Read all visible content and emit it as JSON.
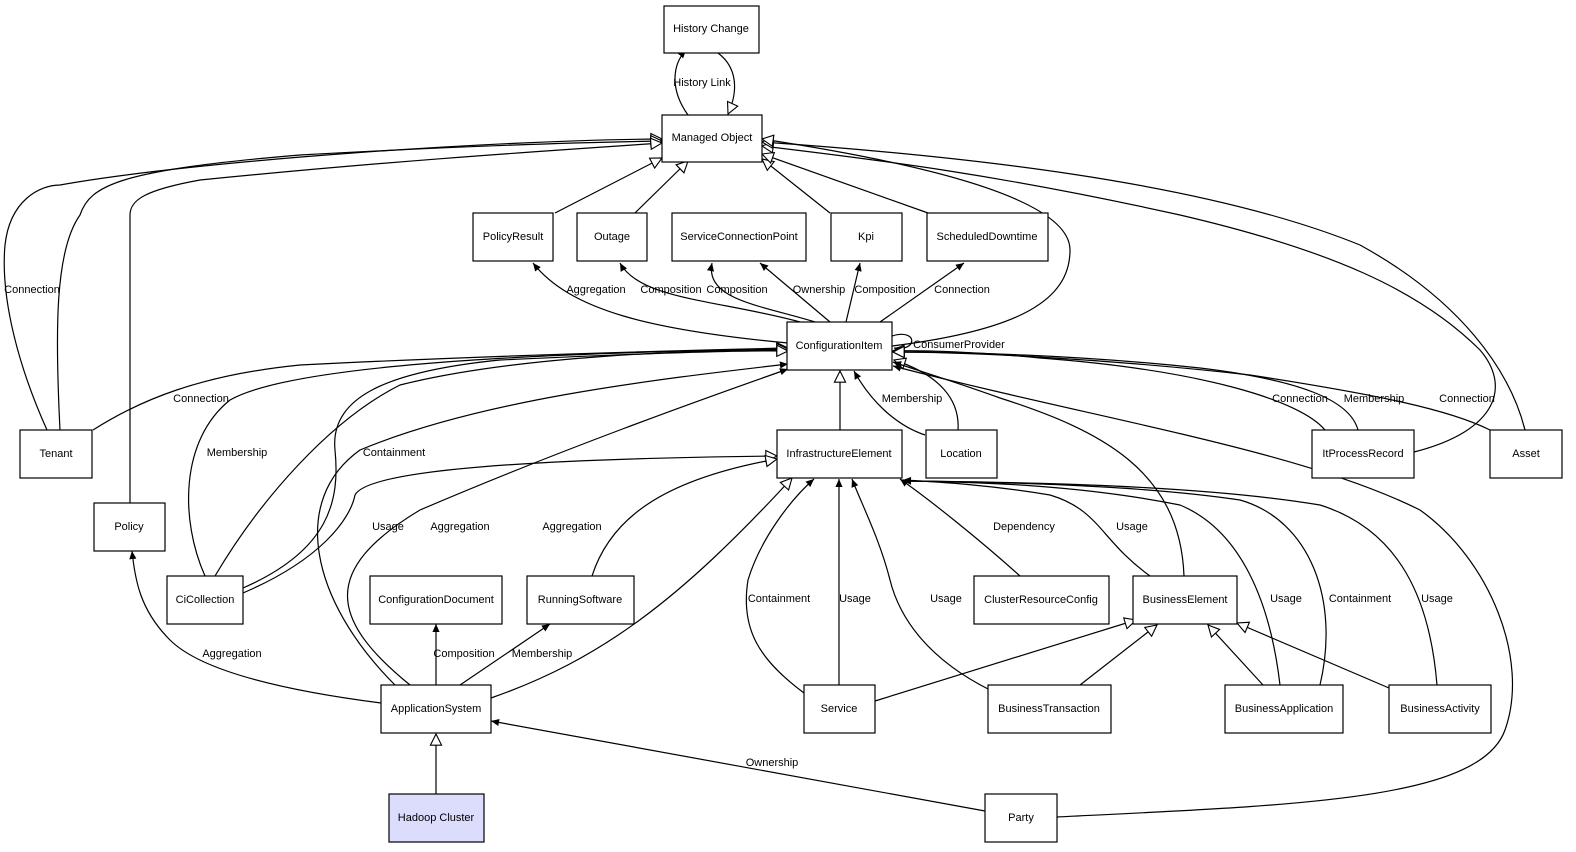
{
  "nodes": {
    "history_change": "History Change",
    "managed_object": "Managed Object",
    "policy_result": "PolicyResult",
    "outage": "Outage",
    "service_connection_point": "ServiceConnectionPoint",
    "kpi": "Kpi",
    "scheduled_downtime": "ScheduledDowntime",
    "configuration_item": "ConfigurationItem",
    "tenant": "Tenant",
    "infrastructure_element": "InfrastructureElement",
    "location": "Location",
    "it_process_record": "ItProcessRecord",
    "asset": "Asset",
    "policy": "Policy",
    "ci_collection": "CiCollection",
    "configuration_document": "ConfigurationDocument",
    "running_software": "RunningSoftware",
    "cluster_resource_config": "ClusterResourceConfig",
    "business_element": "BusinessElement",
    "application_system": "ApplicationSystem",
    "service": "Service",
    "business_transaction": "BusinessTransaction",
    "business_application": "BusinessApplication",
    "business_activity": "BusinessActivity",
    "hadoop_cluster": "Hadoop Cluster",
    "party": "Party"
  },
  "edge_labels": {
    "history_link": "History Link",
    "connection_tenant_mo": "Connection",
    "aggregation_policyresult": "Aggregation",
    "composition_outage": "Composition",
    "composition_scp": "Composition",
    "ownership_scp": "Ownership",
    "composition_kpi": "Composition",
    "connection_sd": "Connection",
    "consumer_provider": "ConsumerProvider",
    "connection_tenant_ci": "Connection",
    "membership_location": "Membership",
    "connection_itpr": "Connection",
    "membership_itpr": "Membership",
    "connection_asset": "Connection",
    "membership_cicollection": "Membership",
    "containment_cicollection": "Containment",
    "usage_cicollection": "Usage",
    "aggregation_as_1": "Aggregation",
    "aggregation_as_2": "Aggregation",
    "dependency_crc": "Dependency",
    "usage_be": "Usage",
    "containment_service": "Containment",
    "usage_service": "Usage",
    "usage_bt": "Usage",
    "usage_ba": "Usage",
    "containment_ba": "Containment",
    "usage_bact": "Usage",
    "aggregation_policy": "Aggregation",
    "composition_configdoc": "Composition",
    "membership_rs": "Membership",
    "ownership_party": "Ownership"
  },
  "colors": {
    "line": "#000000",
    "node_fill": "#ffffff",
    "highlight_fill": "#dcdcfc"
  }
}
